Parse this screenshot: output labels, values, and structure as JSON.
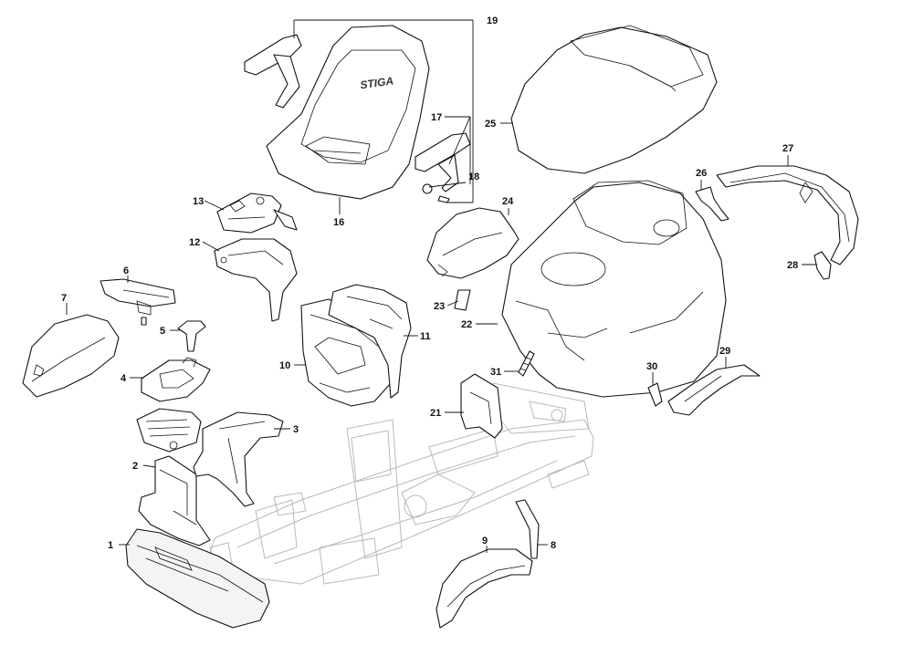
{
  "logo": {
    "seat_brand": "STIGA"
  },
  "callouts": [
    {
      "id": "1",
      "label": "1"
    },
    {
      "id": "2",
      "label": "2"
    },
    {
      "id": "3",
      "label": "3"
    },
    {
      "id": "4",
      "label": "4"
    },
    {
      "id": "5",
      "label": "5"
    },
    {
      "id": "6",
      "label": "6"
    },
    {
      "id": "7",
      "label": "7"
    },
    {
      "id": "8",
      "label": "8"
    },
    {
      "id": "9",
      "label": "9"
    },
    {
      "id": "10",
      "label": "10"
    },
    {
      "id": "11",
      "label": "11"
    },
    {
      "id": "12",
      "label": "12"
    },
    {
      "id": "13",
      "label": "13"
    },
    {
      "id": "16",
      "label": "16"
    },
    {
      "id": "17",
      "label": "17"
    },
    {
      "id": "18",
      "label": "18"
    },
    {
      "id": "19",
      "label": "19"
    },
    {
      "id": "21",
      "label": "21"
    },
    {
      "id": "22",
      "label": "22"
    },
    {
      "id": "23",
      "label": "23"
    },
    {
      "id": "24",
      "label": "24"
    },
    {
      "id": "25",
      "label": "25"
    },
    {
      "id": "26",
      "label": "26"
    },
    {
      "id": "27",
      "label": "27"
    },
    {
      "id": "28",
      "label": "28"
    },
    {
      "id": "29",
      "label": "29"
    },
    {
      "id": "30",
      "label": "30"
    },
    {
      "id": "31",
      "label": "31"
    }
  ]
}
